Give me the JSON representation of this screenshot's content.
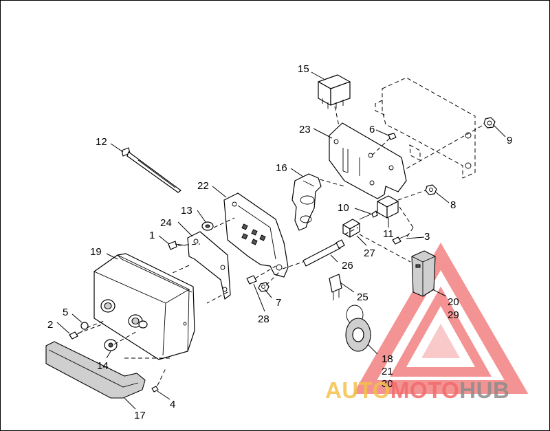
{
  "callouts": {
    "c1": "1",
    "c2": "2",
    "c3": "3",
    "c4": "4",
    "c5": "5",
    "c6": "6",
    "c7": "7",
    "c8": "8",
    "c9": "9",
    "c10": "10",
    "c11": "11",
    "c12": "12",
    "c13": "13",
    "c14": "14",
    "c15": "15",
    "c16": "16",
    "c17": "17",
    "c18": "18",
    "c19": "19",
    "c20": "20",
    "c21": "21",
    "c22": "22",
    "c23": "23",
    "c24": "24",
    "c25": "25",
    "c26": "26",
    "c27": "27",
    "c28": "28",
    "c29": "29",
    "c30": "30"
  },
  "watermark": {
    "auto": "AUTO",
    "moto": "MOTO",
    "hub": "HUB",
    "colors": {
      "auto": "#f4c04a",
      "moto": "#f26a6a",
      "hub": "#8c8c8c",
      "triangle": "#f07070"
    }
  }
}
